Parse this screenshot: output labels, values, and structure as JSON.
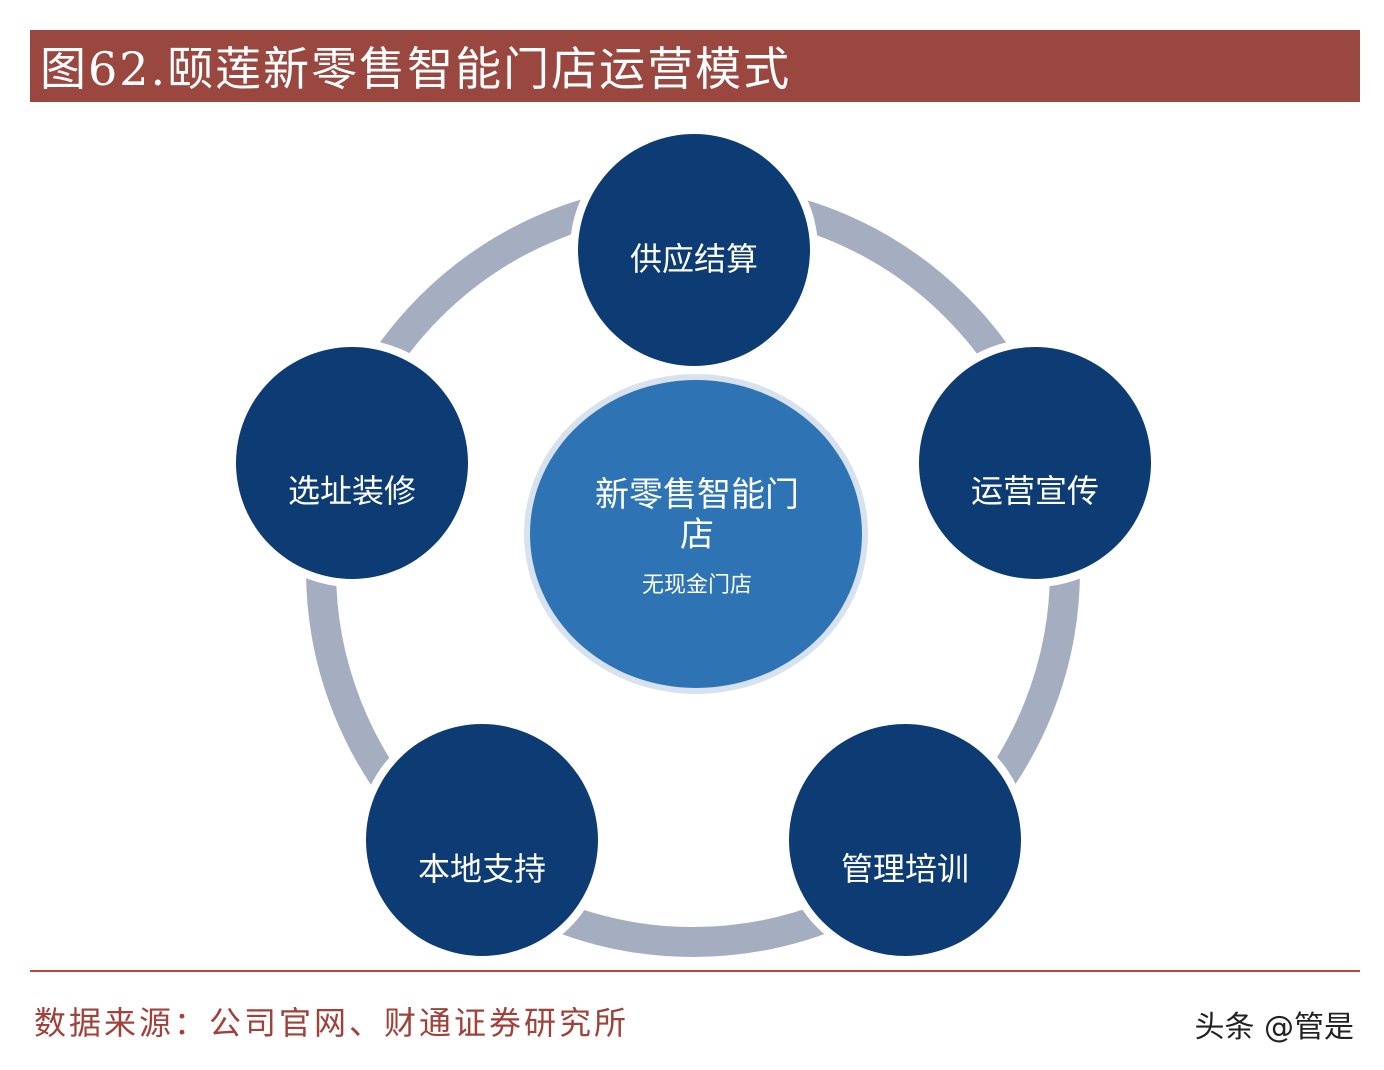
{
  "title": "图62.颐莲新零售智能门店运营模式",
  "center": {
    "title_line1": "新零售智能门",
    "title_line2": "店",
    "subtitle": "无现金门店"
  },
  "nodes": [
    {
      "label": "供应结算"
    },
    {
      "label": "运营宣传"
    },
    {
      "label": "管理培训"
    },
    {
      "label": "本地支持"
    },
    {
      "label": "选址装修"
    }
  ],
  "source": "数据来源：公司官网、财通证券研究所",
  "watermark": "头条 @管是",
  "colors": {
    "title_bar": "#9a4740",
    "node_fill": "#0d3b73",
    "center_fill": "#2e74b5",
    "ring": "#a5adc0",
    "divider": "#b5473f",
    "source_text": "#a0413a"
  }
}
